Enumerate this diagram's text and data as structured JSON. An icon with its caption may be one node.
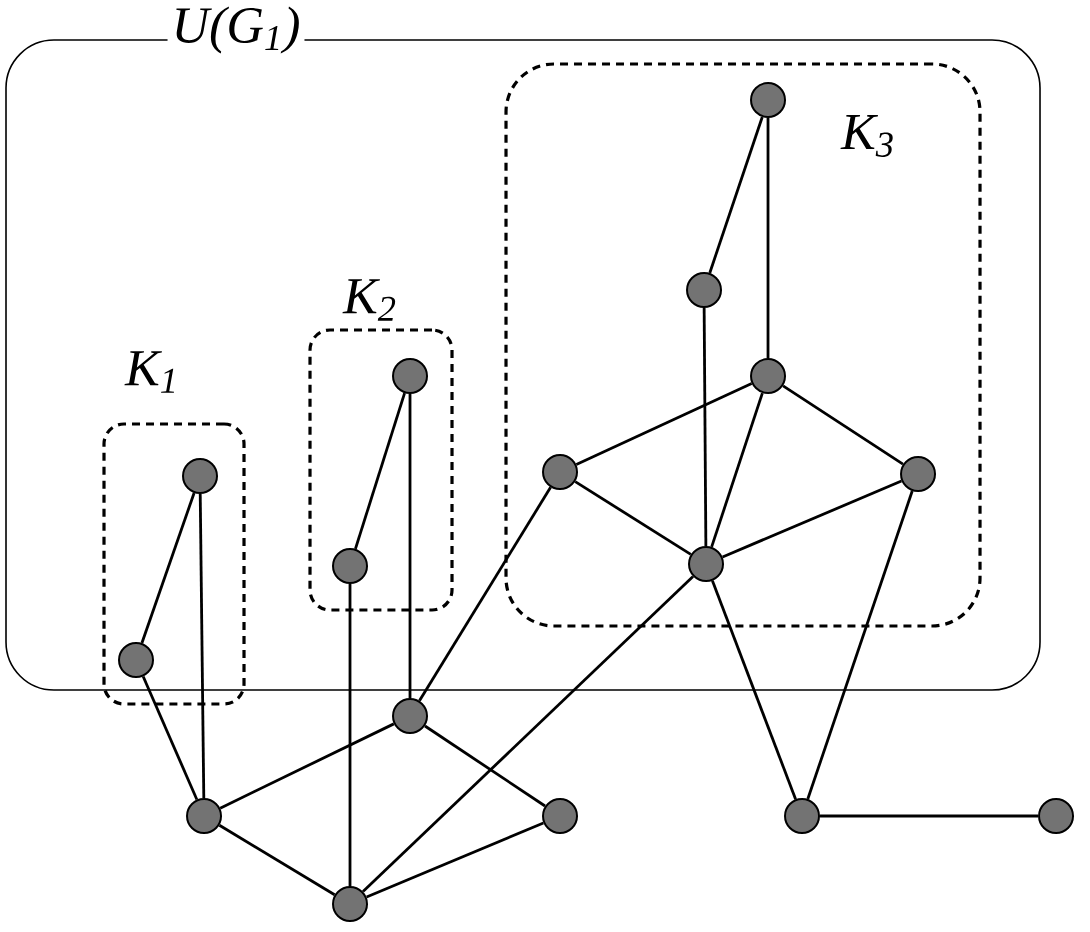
{
  "diagram": {
    "nodes": [
      {
        "text": [
          "U(G$_{1}$)"
        ]
      },
      {
        "text": [
          "K$_{1}$"
        ],
        "in": 0
      },
      {
        "text": [
          "K$_{2}$"
        ],
        "in": 0
      },
      {
        "text": [
          "K$_{3}$"
        ],
        "in": 0
      },
      {
        "text": [],
        "shape": "circle",
        "in": 1
      },
      {
        "text": [],
        "shape": "circle",
        "in": 1
      },
      {
        "text": [],
        "shape": "circle",
        "in": 2
      },
      {
        "text": [],
        "shape": "circle",
        "in": 2
      },
      {
        "text": [],
        "shape": "circle",
        "in": 3
      },
      {
        "text": [],
        "shape": "circle",
        "in": 3
      },
      {
        "text": [],
        "shape": "circle",
        "in": 3
      },
      {
        "text": [],
        "shape": "circle",
        "in": 3
      },
      {
        "text": [],
        "shape": "circle",
        "in": 3
      },
      {
        "text": [],
        "shape": "circle",
        "in": 3
      },
      {
        "text": [],
        "shape": "circle"
      },
      {
        "text": [],
        "shape": "circle"
      },
      {
        "text": [],
        "shape": "circle"
      },
      {
        "text": [],
        "shape": "circle"
      },
      {
        "text": [],
        "shape": "circle"
      },
      {
        "text": [],
        "shape": "circle"
      }
    ],
    "edges": [
      {
        "from": 4,
        "to": 5,
        "arrow": "none"
      },
      {
        "from": 4,
        "to": 15,
        "arrow": "none"
      },
      {
        "from": 5,
        "to": 15,
        "arrow": "none"
      },
      {
        "from": 6,
        "to": 7,
        "arrow": "none"
      },
      {
        "from": 6,
        "to": 14,
        "arrow": "none"
      },
      {
        "from": 7,
        "to": 17,
        "arrow": "none"
      },
      {
        "from": 8,
        "to": 9,
        "arrow": "none"
      },
      {
        "from": 8,
        "to": 10,
        "arrow": "none"
      },
      {
        "from": 9,
        "to": 13,
        "arrow": "none"
      },
      {
        "from": 10,
        "to": 11,
        "arrow": "none"
      },
      {
        "from": 10,
        "to": 12,
        "arrow": "none"
      },
      {
        "from": 10,
        "to": 13,
        "arrow": "none"
      },
      {
        "from": 11,
        "to": 13,
        "arrow": "none"
      },
      {
        "from": 12,
        "to": 13,
        "arrow": "none"
      },
      {
        "from": 12,
        "to": 18,
        "arrow": "none"
      },
      {
        "from": 13,
        "to": 18,
        "arrow": "none"
      },
      {
        "from": 11,
        "to": 14,
        "arrow": "none"
      },
      {
        "from": 14,
        "to": 15,
        "arrow": "none"
      },
      {
        "from": 14,
        "to": 16,
        "arrow": "none"
      },
      {
        "from": 15,
        "to": 17,
        "arrow": "none"
      },
      {
        "from": 16,
        "to": 17,
        "arrow": "none"
      },
      {
        "from": 17,
        "to": 13,
        "arrow": "none"
      },
      {
        "from": 18,
        "to": 19,
        "arrow": "none"
      }
    ]
  }
}
